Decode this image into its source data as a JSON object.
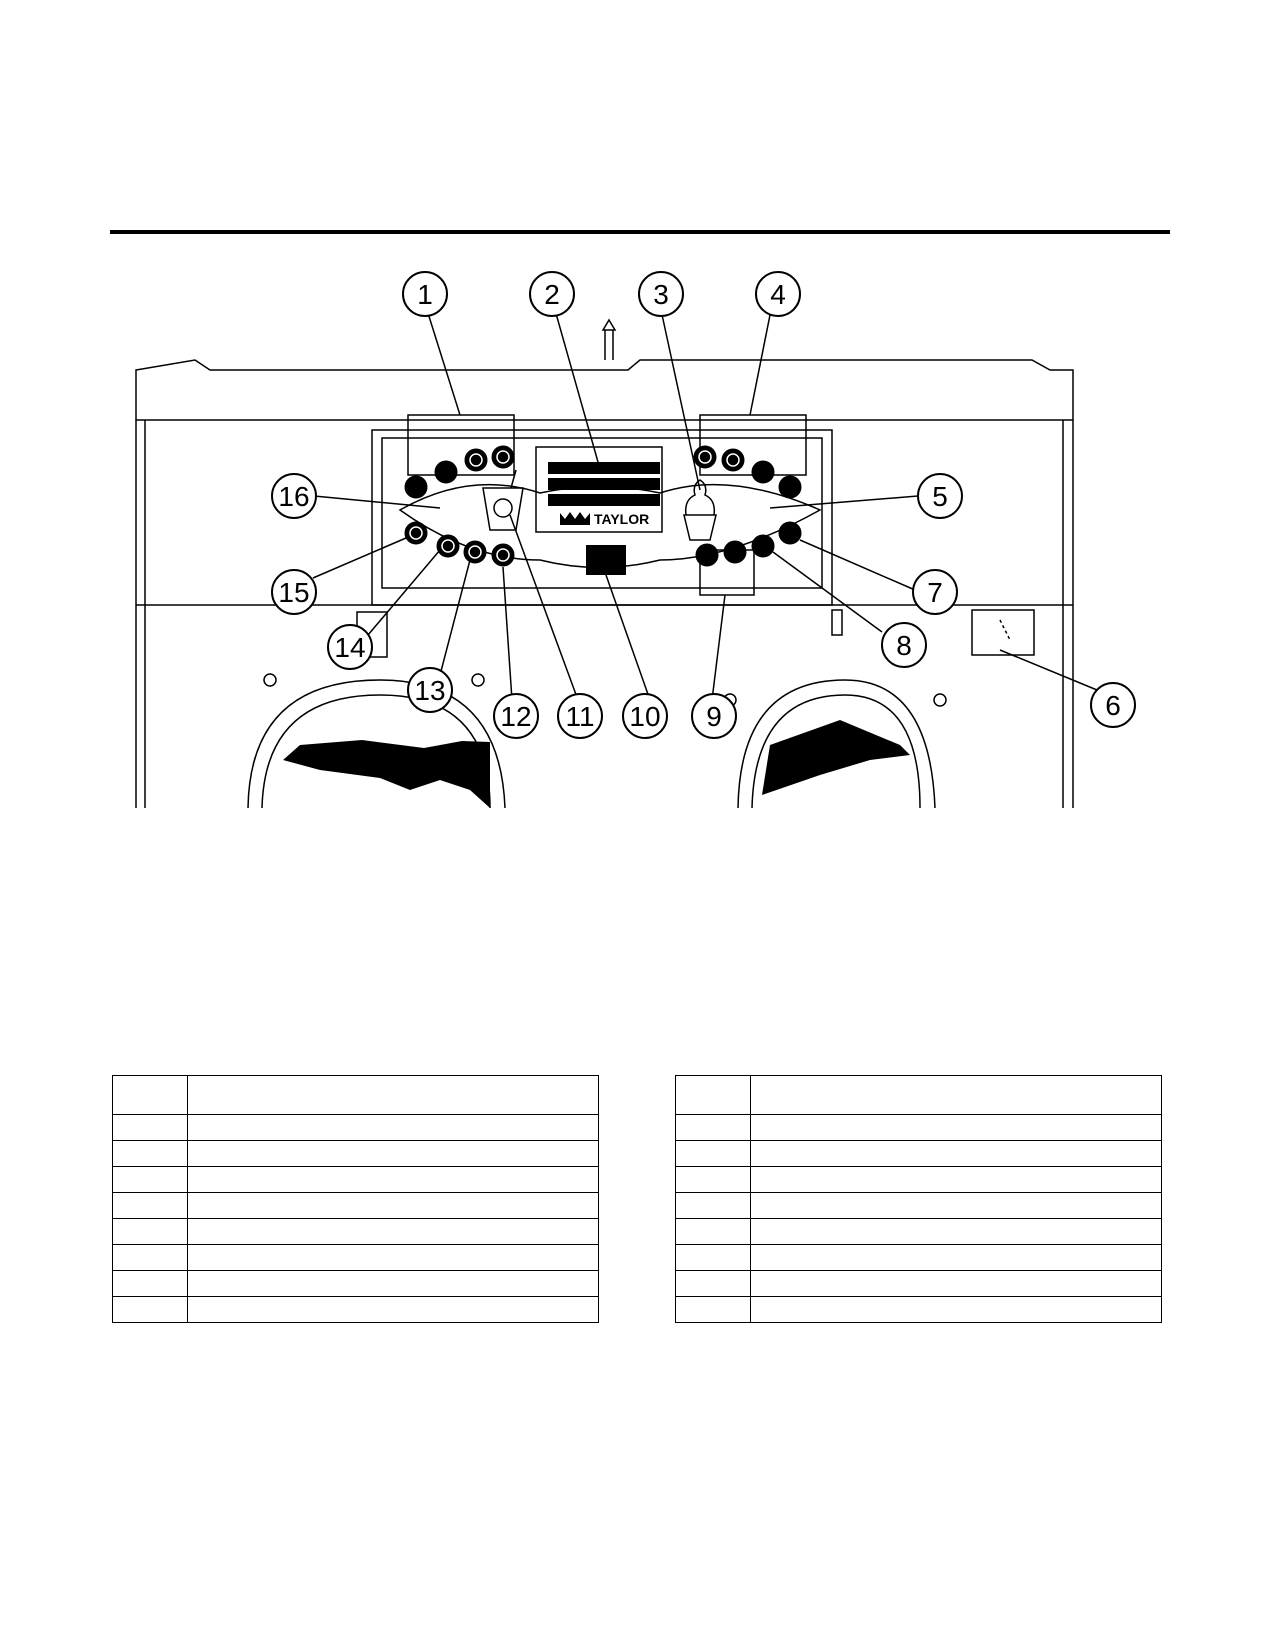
{
  "brand_label": "TAYLOR",
  "callouts": [
    "1",
    "2",
    "3",
    "4",
    "5",
    "6",
    "7",
    "8",
    "9",
    "10",
    "11",
    "12",
    "13",
    "14",
    "15",
    "16"
  ],
  "legend_tables": {
    "left": {
      "rows": 8
    },
    "right": {
      "rows": 8
    }
  }
}
